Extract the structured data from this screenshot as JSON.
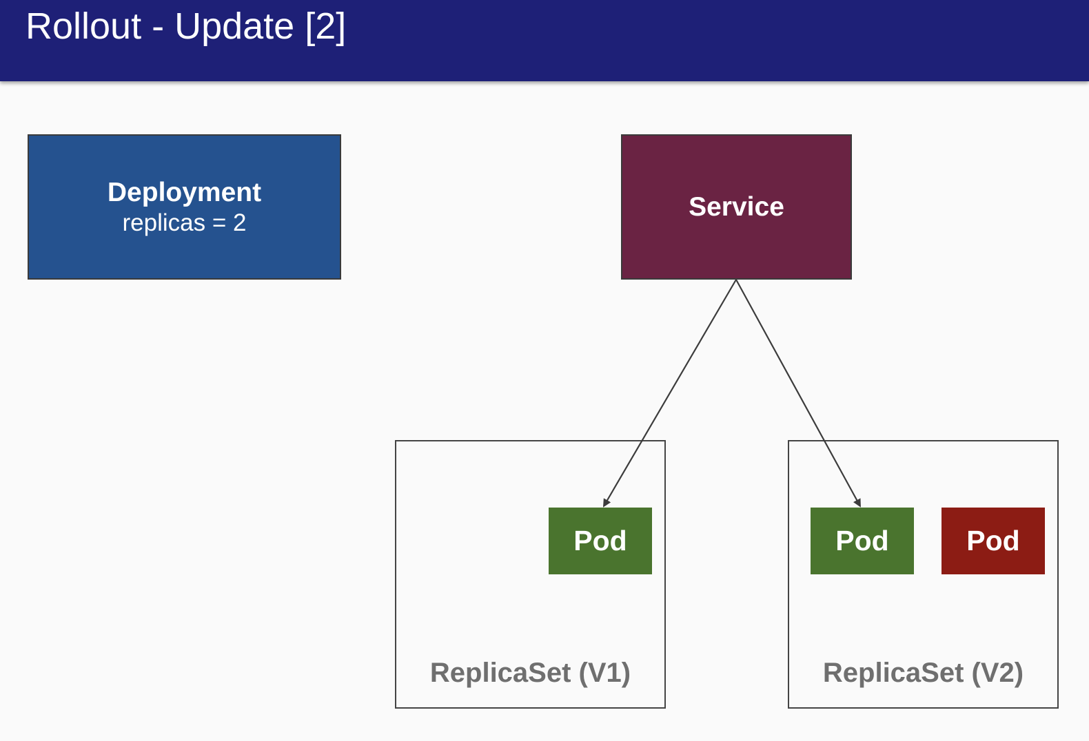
{
  "header": {
    "title": "Rollout - Update [2]"
  },
  "deployment": {
    "title": "Deployment",
    "subtitle": "replicas = 2"
  },
  "service": {
    "title": "Service"
  },
  "replicasets": [
    {
      "label": "ReplicaSet (V1)"
    },
    {
      "label": "ReplicaSet (V2)"
    }
  ],
  "pods": [
    {
      "label": "Pod",
      "status": "ready"
    },
    {
      "label": "Pod",
      "status": "ready"
    },
    {
      "label": "Pod",
      "status": "not-ready"
    }
  ],
  "colors": {
    "header_bg": "#1e2077",
    "deployment_bg": "#25528f",
    "service_bg": "#6a2343",
    "pod_ready": "#4a742e",
    "pod_not_ready": "#8c1c14",
    "replicaset_label": "#6f6f6f",
    "connector": "#3c3c3c"
  },
  "connectors": [
    {
      "from": "service",
      "to": "pod-v1"
    },
    {
      "from": "service",
      "to": "pod-v2-ready"
    }
  ]
}
